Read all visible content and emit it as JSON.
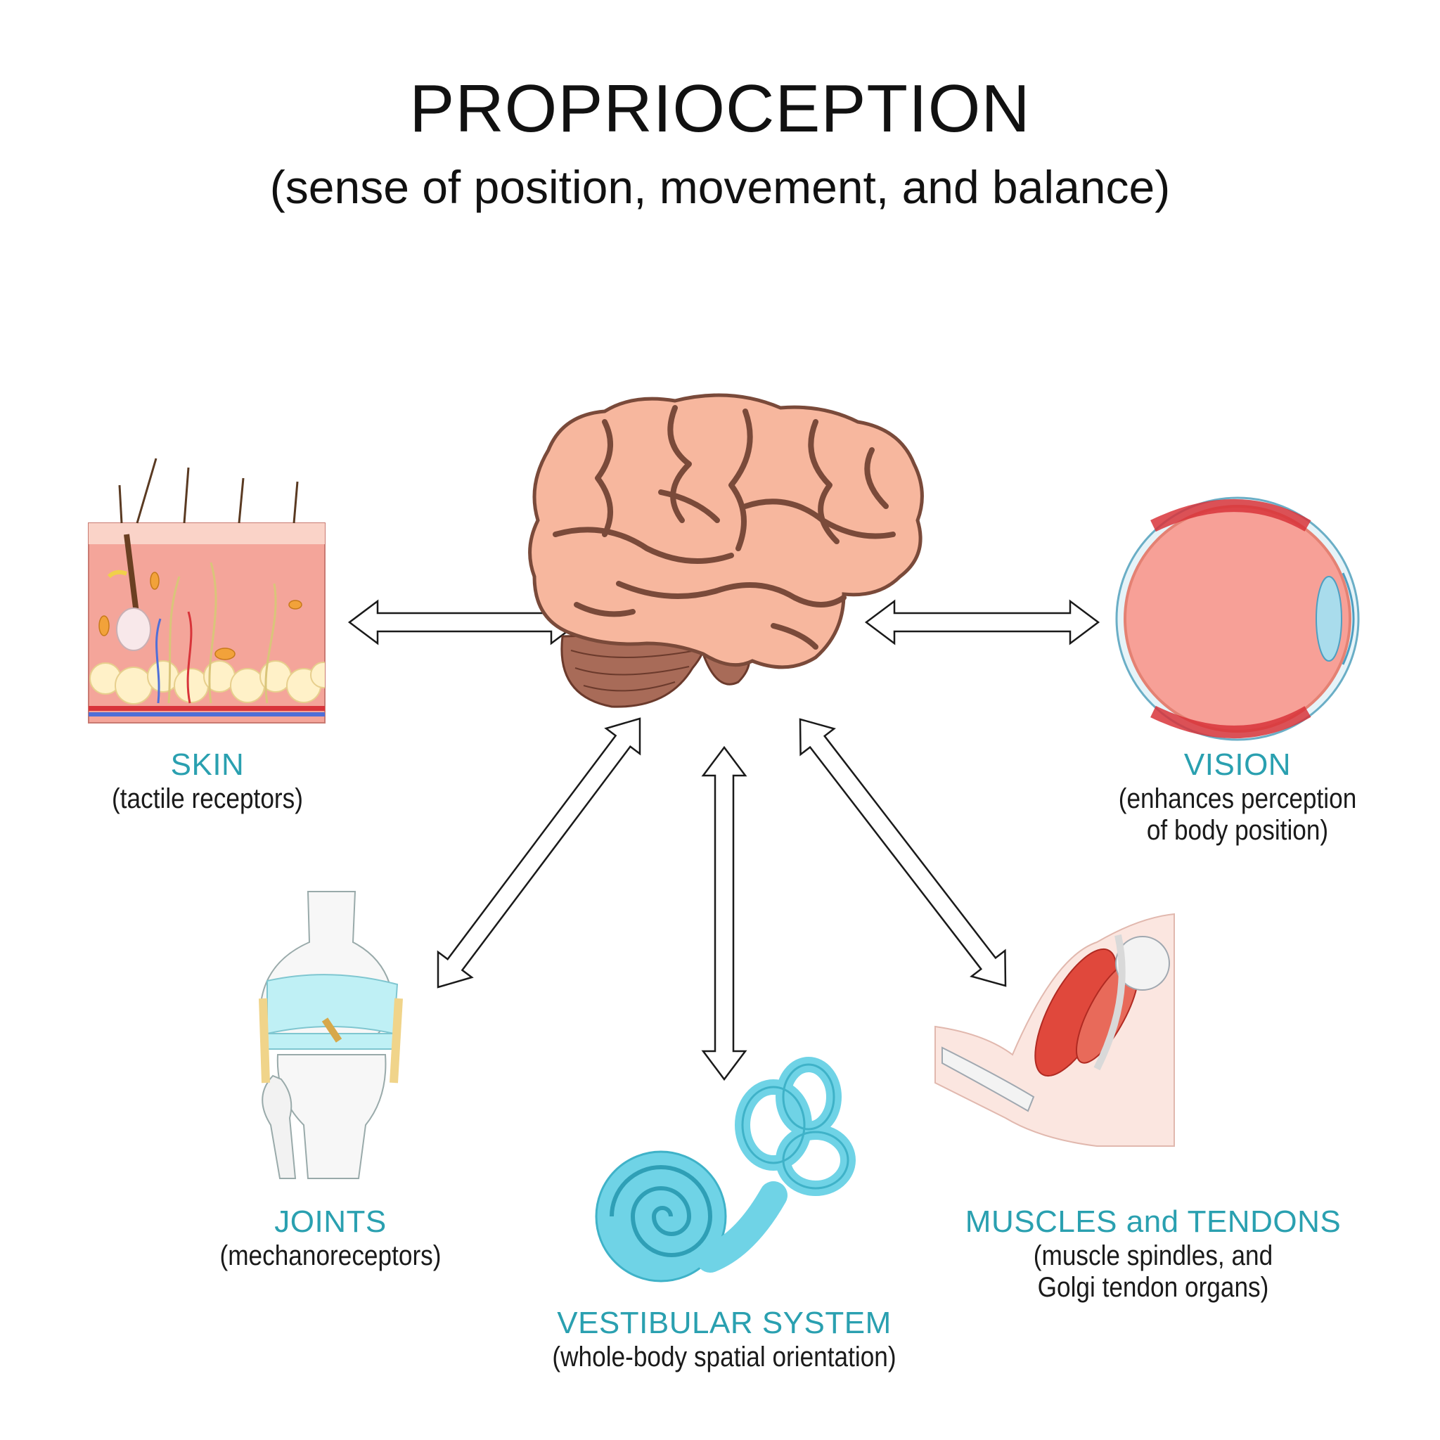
{
  "title": "PROPRIOCEPTION",
  "subtitle": "(sense of position, movement, and balance)",
  "colors": {
    "label_accent": "#2aa0b0",
    "brain_fill": "#f7b79e",
    "brain_outline": "#7a4a3a",
    "skin_fill": "#f4a59a",
    "eye_fill": "#f7a097",
    "cochlea_fill": "#6fd3e6",
    "muscle_fill": "#e0483c"
  },
  "nodes": {
    "skin": {
      "name": "SKIN",
      "desc_lines": [
        "(tactile receptors)"
      ]
    },
    "vision": {
      "name": "VISION",
      "desc_lines": [
        "(enhances perception",
        "of body position)"
      ]
    },
    "joints": {
      "name": "JOINTS",
      "desc_lines": [
        "(mechanoreceptors)"
      ]
    },
    "vestibular": {
      "name": "VESTIBULAR SYSTEM",
      "desc_lines": [
        "(whole-body spatial orientation)"
      ]
    },
    "muscles": {
      "name": "MUSCLES and TENDONS",
      "desc_lines": [
        "(muscle spindles, and",
        "Golgi tendon organs)"
      ]
    }
  },
  "icons": {
    "center": "brain-icon",
    "skin": "skin-cross-section-icon",
    "vision": "eyeball-icon",
    "joints": "knee-joint-icon",
    "vestibular": "inner-ear-icon",
    "muscles": "arm-muscle-icon"
  },
  "edges": [
    {
      "from": "brain",
      "to": "skin",
      "direction": "bidirectional"
    },
    {
      "from": "brain",
      "to": "vision",
      "direction": "bidirectional"
    },
    {
      "from": "brain",
      "to": "joints",
      "direction": "bidirectional"
    },
    {
      "from": "brain",
      "to": "vestibular",
      "direction": "bidirectional"
    },
    {
      "from": "brain",
      "to": "muscles",
      "direction": "bidirectional"
    }
  ]
}
